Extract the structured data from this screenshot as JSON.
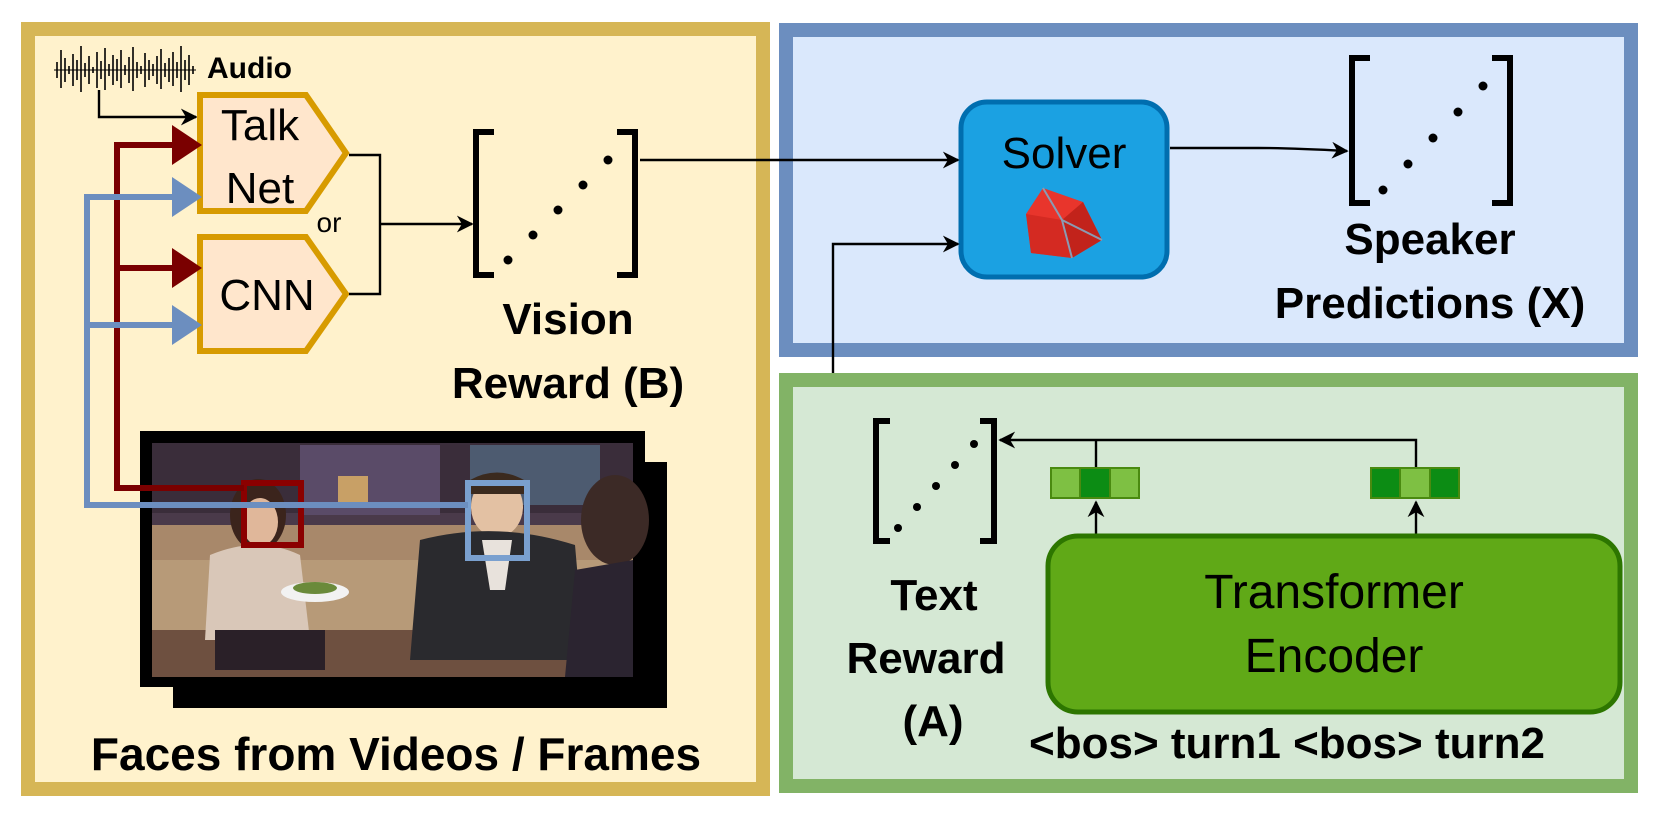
{
  "vision_panel": {
    "audio_label": "Audio",
    "talknet_line1": "Talk",
    "talknet_line2": "Net",
    "or_label": "or",
    "cnn_label": "CNN",
    "vision_reward_line1": "Vision",
    "vision_reward_line2": "Reward (B)",
    "faces_caption": "Faces from Videos / Frames"
  },
  "solver_panel": {
    "solver_label": "Solver",
    "speaker_line1": "Speaker",
    "speaker_line2": "Predictions (X)"
  },
  "text_panel": {
    "text_reward_line1": "Text",
    "text_reward_line2": "Reward",
    "text_reward_line3": "(A)",
    "transformer_line1": "Transformer",
    "transformer_line2": "Encoder",
    "tokens": "<bos> turn1 <bos> turn2"
  },
  "colors": {
    "vision_bg": "#fff2cc",
    "vision_border": "#d6b656",
    "solver_bg": "#dae8fc",
    "solver_border": "#6c8ebf",
    "text_bg": "#d5e8d4",
    "text_border": "#82b366",
    "module_fill": "#ffe6cc",
    "module_border": "#d79b00",
    "solver_fill": "#1ba1e2",
    "transformer_fill": "#60a917",
    "dark_red": "#7a0000",
    "steel_blue": "#6c8ebf"
  }
}
